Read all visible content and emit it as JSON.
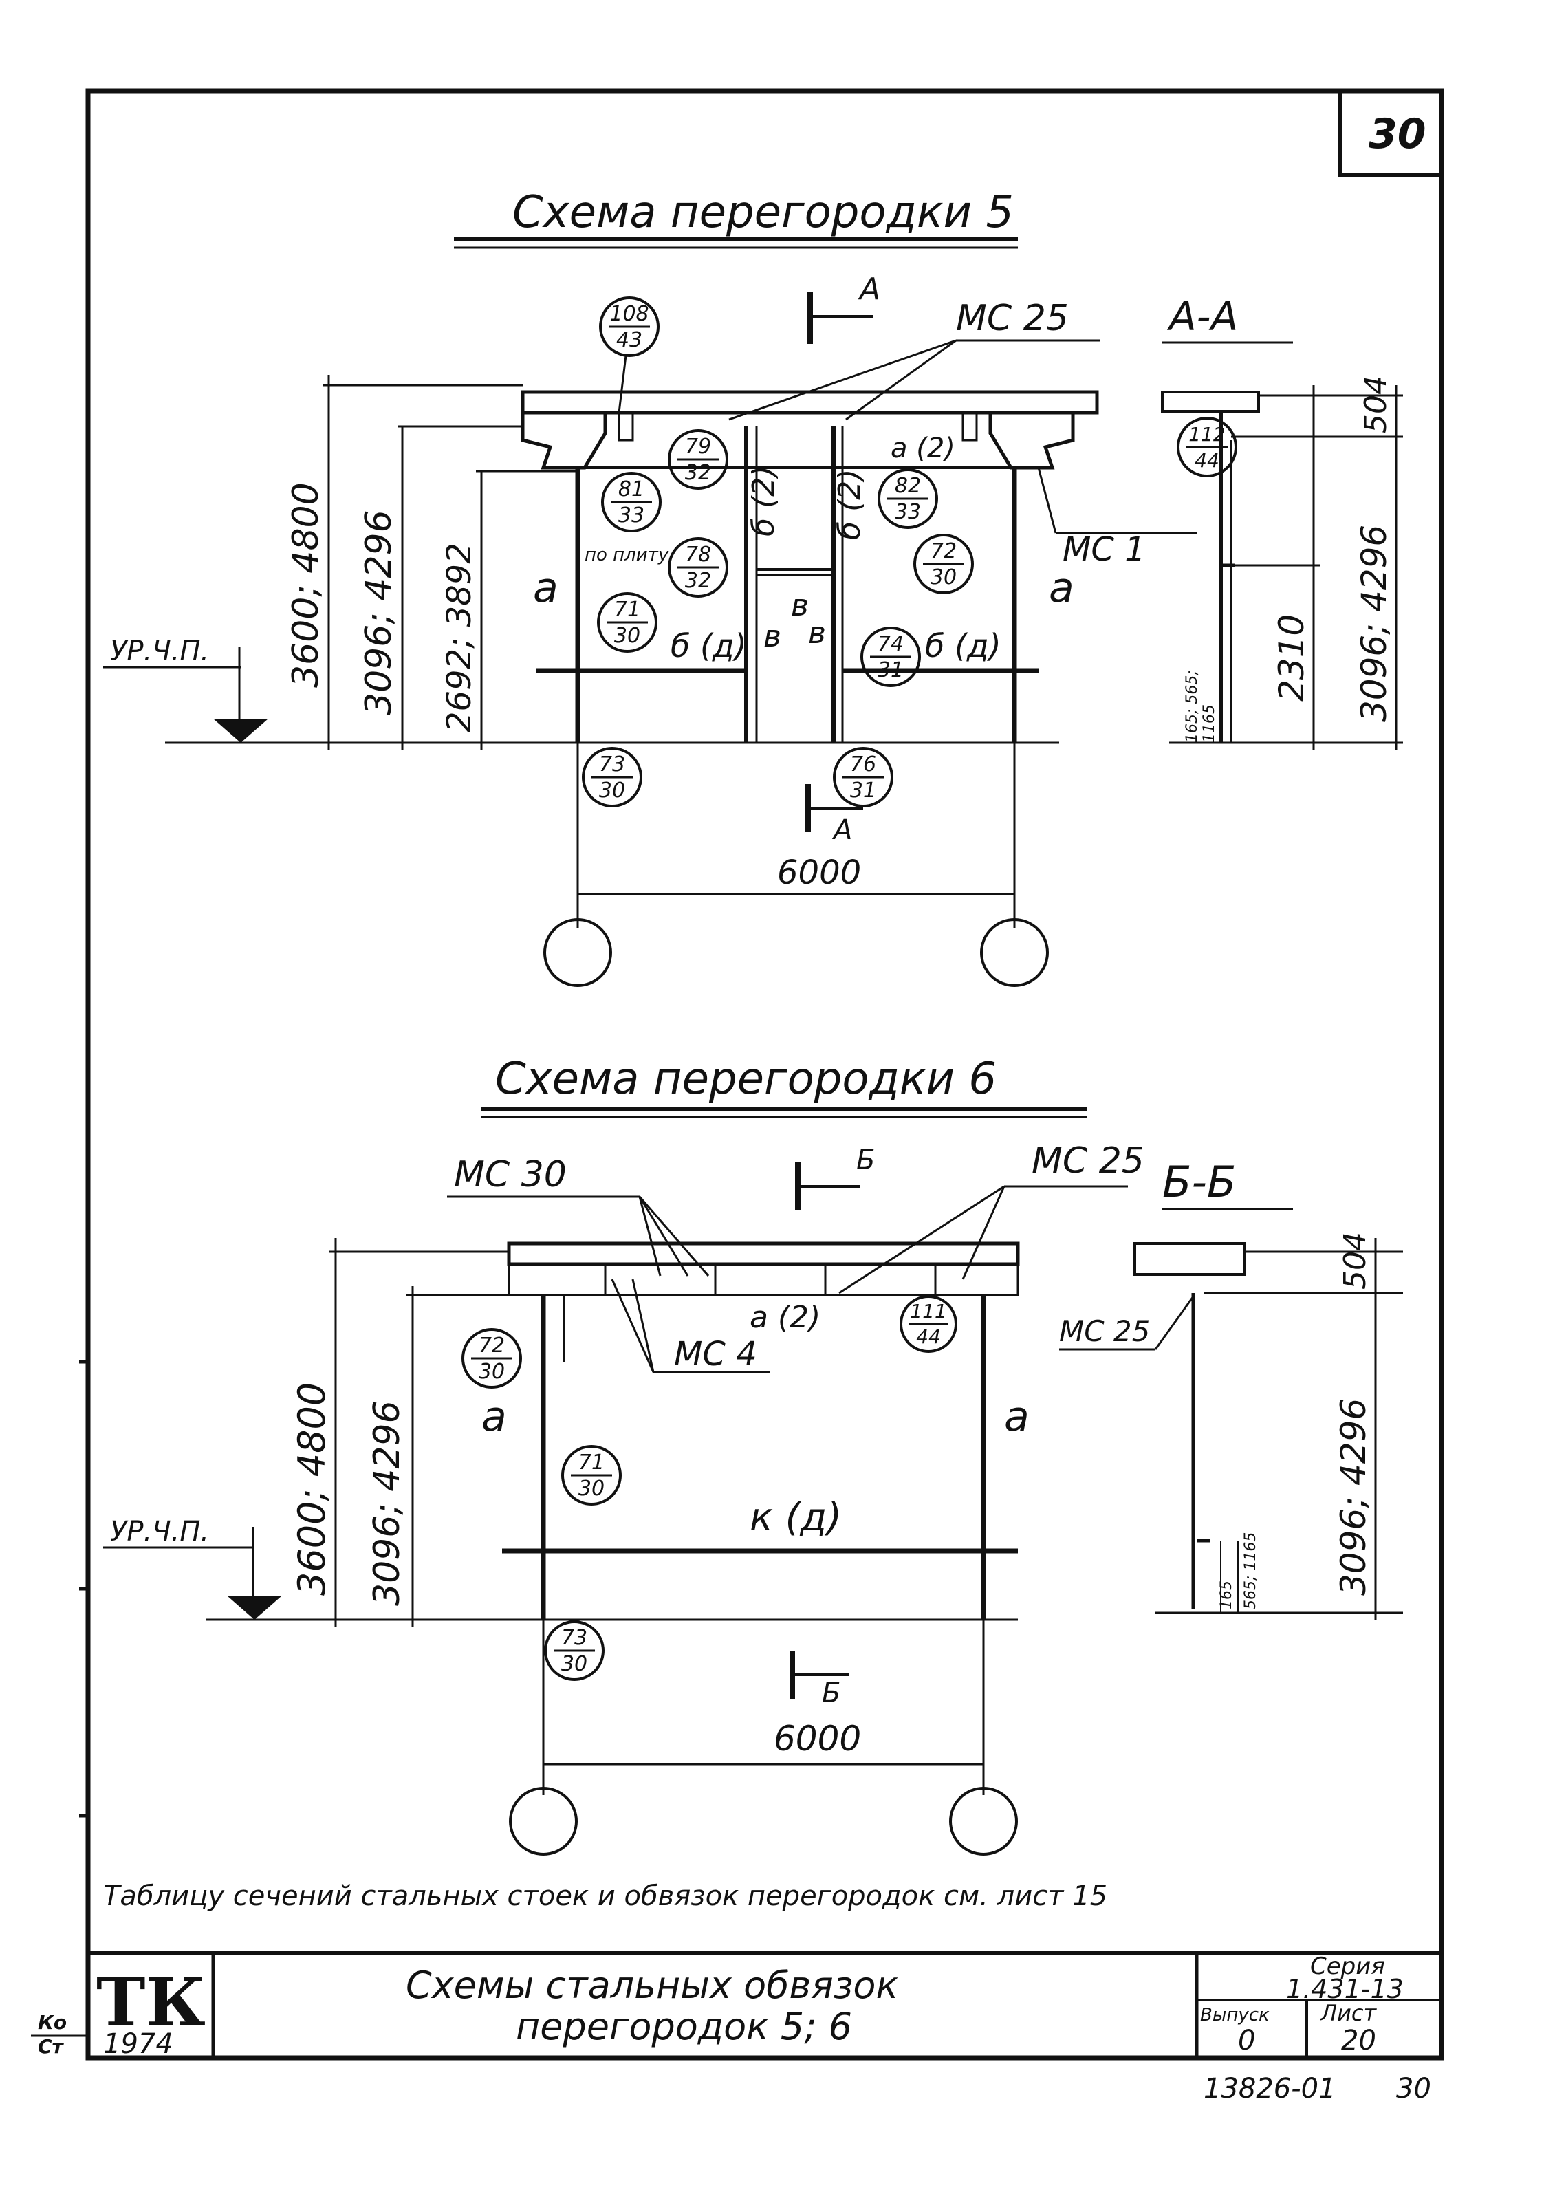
{
  "sheet_number": "30",
  "scheme5": {
    "title": "Схема перегородки 5",
    "section_mark": "А",
    "section_title": "А-А",
    "profile_top": "МС 25",
    "profile_right": "МС 1",
    "dims_left": [
      "3600; 4800",
      "3096; 4296",
      "2692; 3892"
    ],
    "dims_right": [
      "504",
      "3096; 4296",
      "2310"
    ],
    "dim_small": [
      "165; 565;",
      "1165"
    ],
    "span": "6000",
    "level_mark": "УР.Ч.П.",
    "note_po_plity": "по плиту",
    "letters": [
      "а",
      "а",
      "б (2)",
      "б (2)",
      "б (д)",
      "б (д)",
      "в",
      "в",
      "в",
      "а (2)"
    ],
    "nodes": [
      {
        "top": "108",
        "bottom": "43"
      },
      {
        "top": "79",
        "bottom": "32"
      },
      {
        "top": "81",
        "bottom": "33"
      },
      {
        "top": "82",
        "bottom": "33"
      },
      {
        "top": "78",
        "bottom": "32"
      },
      {
        "top": "72",
        "bottom": "30"
      },
      {
        "top": "71",
        "bottom": "30"
      },
      {
        "top": "74",
        "bottom": "31"
      },
      {
        "top": "73",
        "bottom": "30"
      },
      {
        "top": "76",
        "bottom": "31"
      },
      {
        "top": "112",
        "bottom": "44"
      }
    ]
  },
  "scheme6": {
    "title": "Схема перегородки 6",
    "section_mark": "Б",
    "section_title": "Б-Б",
    "profile_left": "МС 30",
    "profile_right": "МС 25",
    "profile_mid": "МС 4",
    "profile_section": "МС 25",
    "dims_left": [
      "3600; 4800",
      "3096; 4296"
    ],
    "dims_right": [
      "504",
      "3096; 4296"
    ],
    "dim_small": [
      "165",
      "565; 1165"
    ],
    "span": "6000",
    "level_mark": "УР.Ч.П.",
    "letters": [
      "а",
      "а",
      "а (2)",
      "к (д)"
    ],
    "nodes": [
      {
        "top": "72",
        "bottom": "30"
      },
      {
        "top": "111",
        "bottom": "44"
      },
      {
        "top": "71",
        "bottom": "30"
      },
      {
        "top": "73",
        "bottom": "30"
      }
    ]
  },
  "footnote": "Таблицу сечений стальных стоек и обвязок перегородок см. лист 15",
  "title_block": {
    "logo": "ТК",
    "year": "1974",
    "title_line1": "Схемы стальных обвязок",
    "title_line2": "перегородок 5; 6",
    "series_label": "Серия",
    "series_value": "1.431-13",
    "issue_label": "Выпуск",
    "issue_value": "0",
    "sheet_label": "Лист",
    "sheet_value": "20"
  },
  "edge_stamp": [
    "Ко",
    "Ст"
  ],
  "bottom_code": "13826-01",
  "bottom_page": "30"
}
